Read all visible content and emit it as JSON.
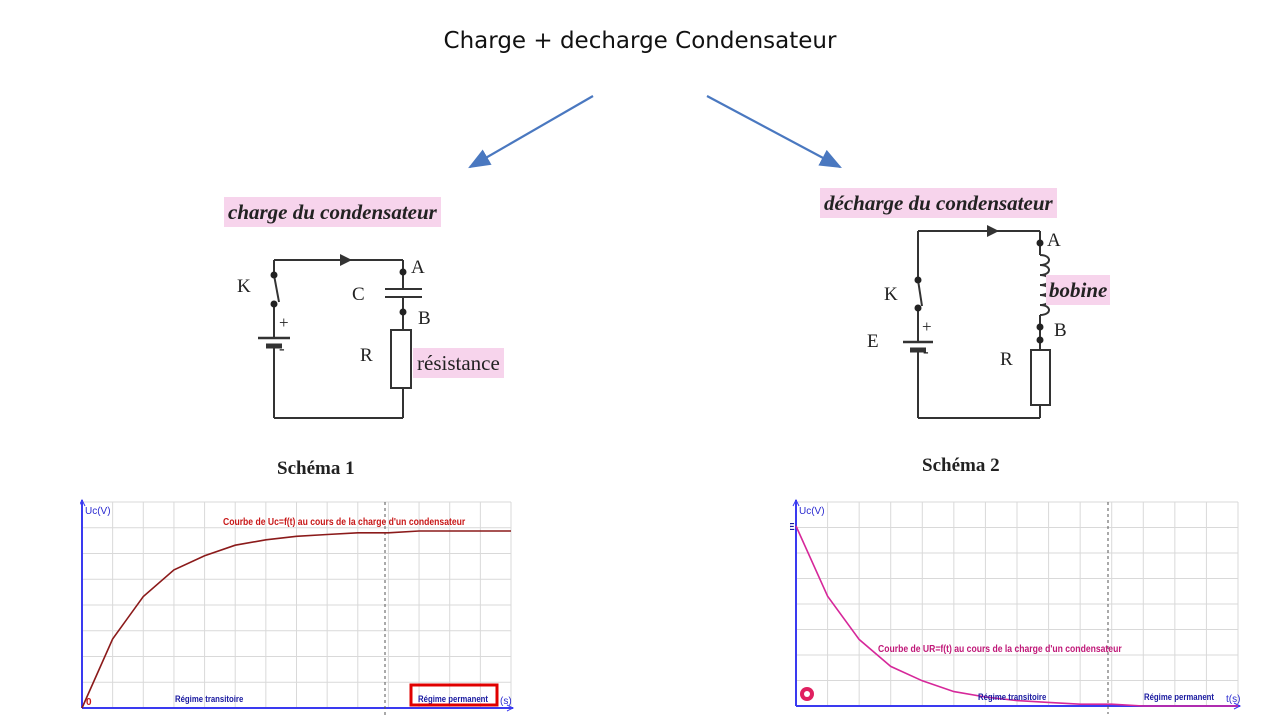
{
  "title": "Charge + decharge Condensateur",
  "left": {
    "heading": "charge du condensateur",
    "labels": {
      "k": "K",
      "c": "C",
      "a": "A",
      "b": "B",
      "r": "R",
      "plus": "+",
      "minus": "-"
    },
    "resistance": "résistance",
    "schema": "Schéma 1"
  },
  "right": {
    "heading": "décharge du condensateur",
    "labels": {
      "a": "A",
      "k": "K",
      "e": "E",
      "b": "B",
      "r": "R",
      "plus": "+",
      "minus": "-"
    },
    "bobine": "bobine",
    "schema": "Schéma 2"
  },
  "colors": {
    "arrow": "#4a78c0",
    "highlight": "#f7d4ec",
    "charge_curve": "#8b1a1a",
    "decharge_curve": "#d6289a",
    "axis": "#3a3af0",
    "red_box": "#e00000"
  },
  "chart_data": [
    {
      "type": "line",
      "title": "Courbe de Uc=f(t) au cours de la charge d'un condensateur",
      "ylabel": "Uc(V)",
      "xlabel": "(s)",
      "origin_label": "0",
      "annotations": [
        "Régime transitoire",
        "Régime permanent"
      ],
      "series": [
        {
          "x": [
            0,
            0.5,
            1,
            1.5,
            2,
            2.5,
            3,
            3.5,
            4,
            4.5,
            5,
            5.5,
            6,
            7
          ],
          "y": [
            0,
            0.39,
            0.63,
            0.78,
            0.86,
            0.92,
            0.95,
            0.97,
            0.98,
            0.99,
            0.99,
            1.0,
            1.0,
            1.0
          ]
        }
      ]
    },
    {
      "type": "line",
      "title": "Courbe de UR=f(t) au cours de la charge d'un condensateur",
      "ylabel": "Uc(V)",
      "xlabel": "t(s)",
      "e_label": "E",
      "annotations": [
        "Régime transitoire",
        "Régime permanent"
      ],
      "series": [
        {
          "x": [
            0,
            0.5,
            1,
            1.5,
            2,
            2.5,
            3,
            3.5,
            4,
            4.5,
            5,
            5.5,
            6,
            7
          ],
          "y": [
            1.0,
            0.61,
            0.37,
            0.22,
            0.14,
            0.08,
            0.05,
            0.03,
            0.02,
            0.01,
            0.01,
            0.0,
            0.0,
            0.0
          ]
        }
      ]
    }
  ]
}
